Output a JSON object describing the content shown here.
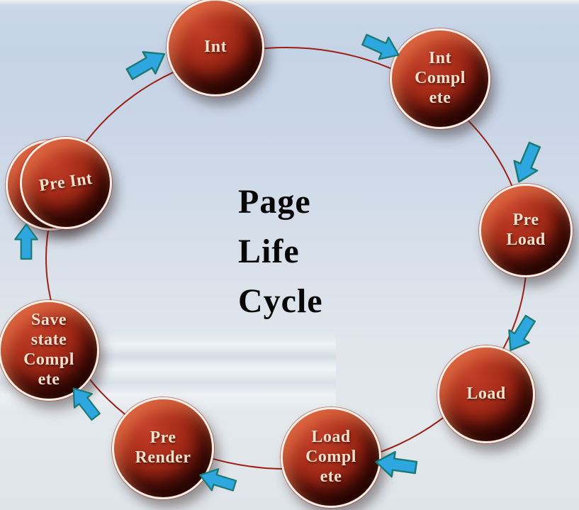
{
  "title": {
    "text": "Page Life Cycle",
    "lines": [
      "Page",
      "Life",
      "Cycle"
    ]
  },
  "diagram": {
    "type": "cycle",
    "direction": "clockwise",
    "nodes": [
      {
        "id": "int",
        "label": "Int",
        "lines": [
          "Int"
        ]
      },
      {
        "id": "int-complete",
        "label": "Int Complete",
        "lines": [
          "Int",
          "Compl",
          "ete"
        ]
      },
      {
        "id": "pre-load",
        "label": "Pre Load",
        "lines": [
          "Pre",
          "Load"
        ]
      },
      {
        "id": "load",
        "label": "Load",
        "lines": [
          "Load"
        ]
      },
      {
        "id": "load-complete",
        "label": "Load Complete",
        "lines": [
          "Load",
          "Compl",
          "ete"
        ]
      },
      {
        "id": "pre-render",
        "label": "Pre Render",
        "lines": [
          "Pre",
          "Render"
        ]
      },
      {
        "id": "save-state-complete",
        "label": "Save state Complete",
        "lines": [
          "Save",
          "state",
          "Compl",
          "ete"
        ]
      },
      {
        "id": "pre-int",
        "label": "Pre Int",
        "lines": [
          "Pre Int"
        ]
      }
    ],
    "edges": [
      {
        "from": "int",
        "to": "int-complete"
      },
      {
        "from": "int-complete",
        "to": "pre-load"
      },
      {
        "from": "pre-load",
        "to": "load"
      },
      {
        "from": "load",
        "to": "load-complete"
      },
      {
        "from": "load-complete",
        "to": "pre-render"
      },
      {
        "from": "pre-render",
        "to": "save-state-complete"
      },
      {
        "from": "save-state-complete",
        "to": "pre-int"
      },
      {
        "from": "pre-int",
        "to": "int"
      }
    ]
  },
  "colors": {
    "node_fill_light": "#c03e27",
    "node_fill_dark": "#841a0d",
    "node_ring": "#f6eee5",
    "node_text": "#f2e0cc",
    "arrow_fill": "#2ea7e0",
    "arrow_outline": "#1c7a74",
    "connector": "#9c2015",
    "title_text": "#070707",
    "background_top": "#c5d3e6",
    "background_bottom": "#e3e8ec"
  }
}
